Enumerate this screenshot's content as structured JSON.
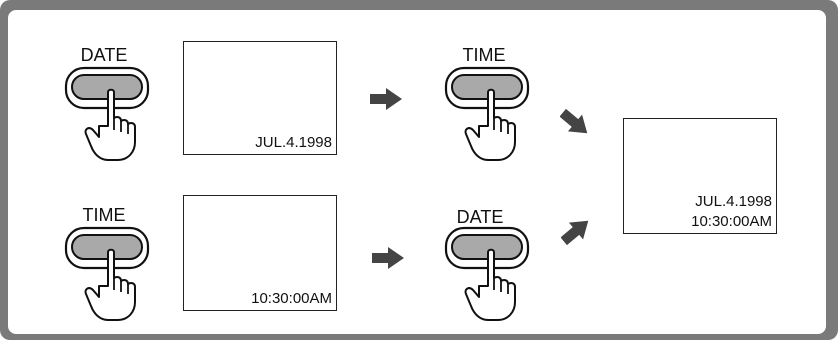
{
  "rows": [
    {
      "first_button": "DATE",
      "screen_lines": [
        "JUL.4.1998"
      ],
      "second_button": "TIME"
    },
    {
      "first_button": "TIME",
      "screen_lines": [
        "10:30:00AM"
      ],
      "second_button": "DATE"
    }
  ],
  "result_screen": {
    "line1": "JUL.4.1998",
    "line2": "10:30:00AM"
  }
}
